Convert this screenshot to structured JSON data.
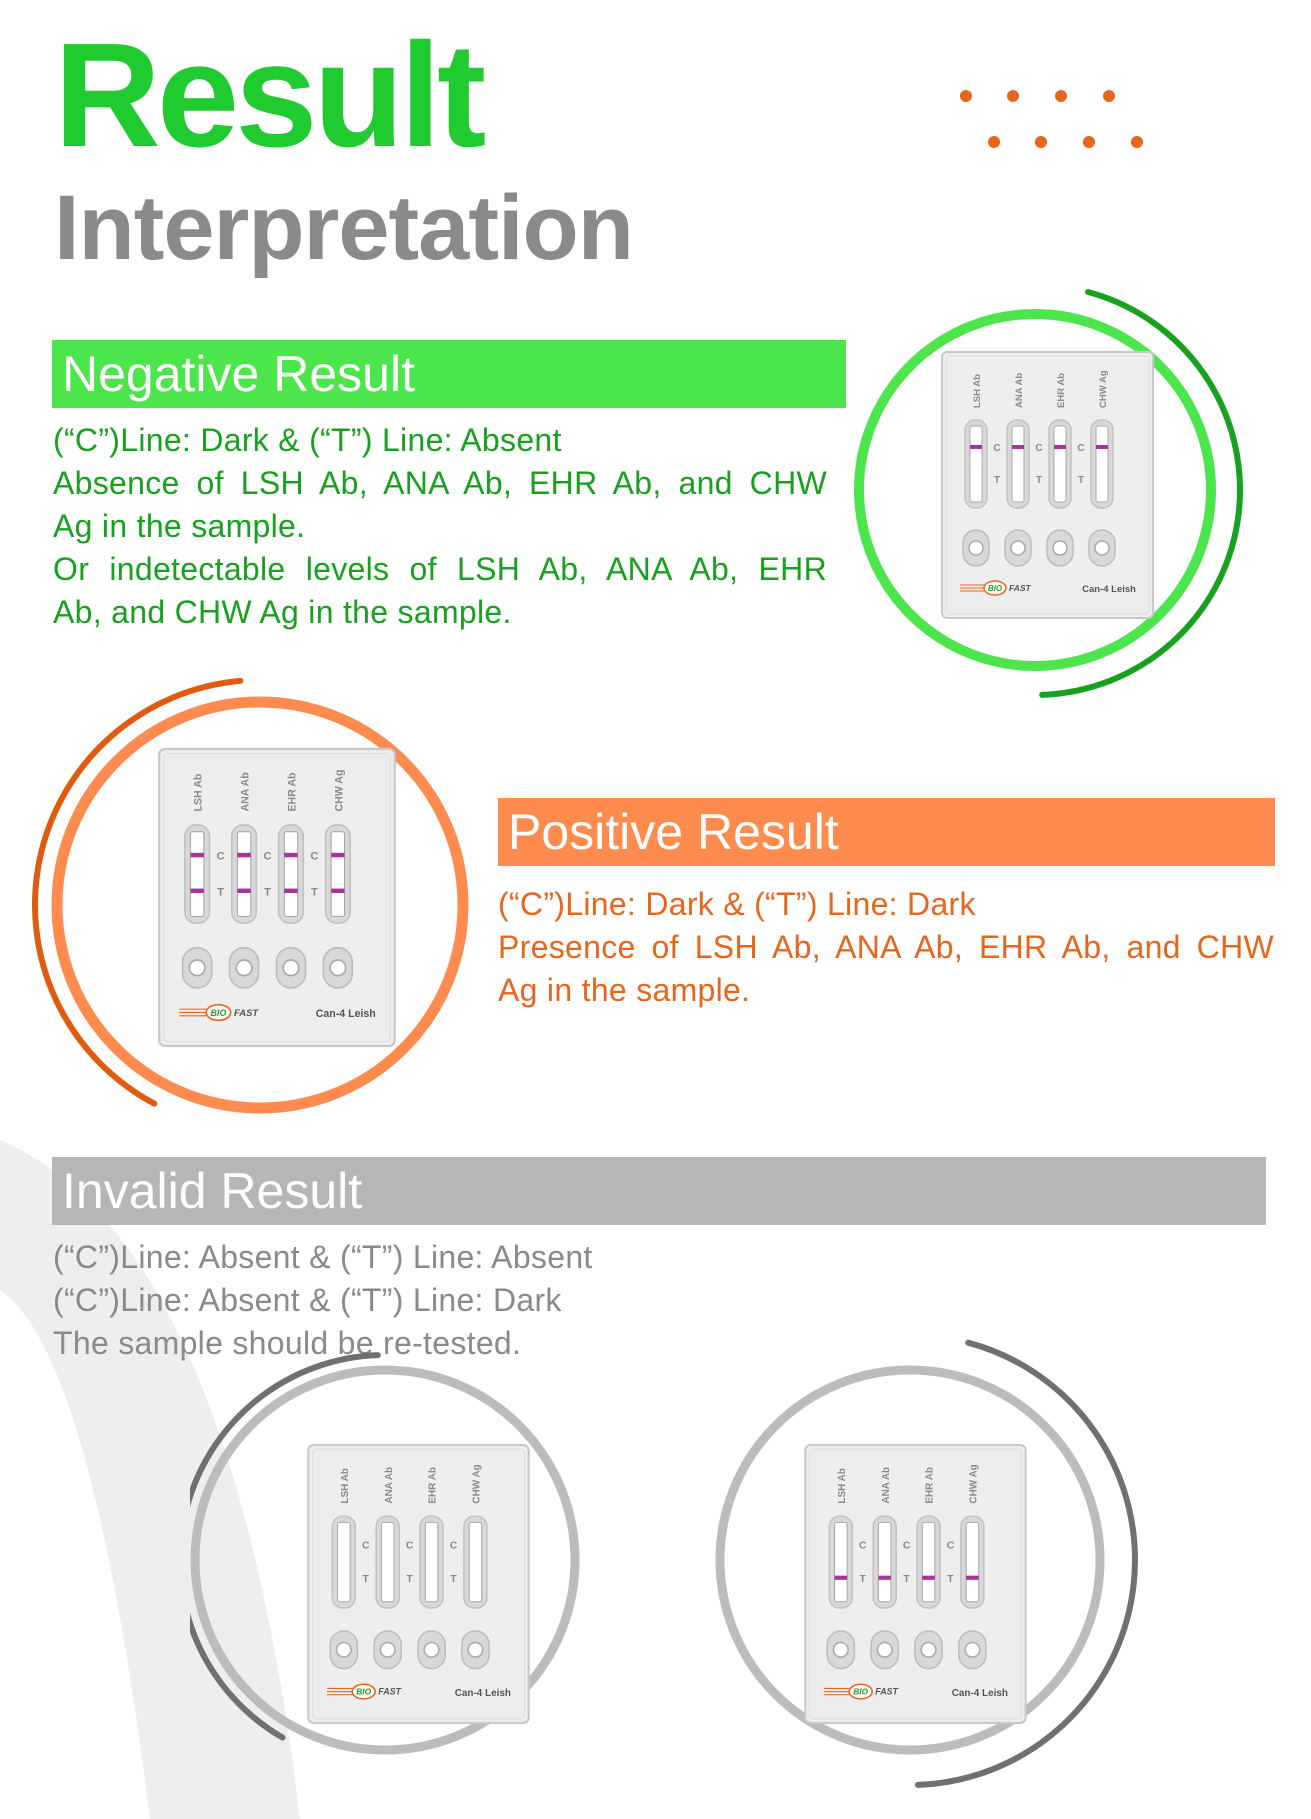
{
  "header": {
    "title": "Result",
    "subtitle": "Interpretation"
  },
  "colors": {
    "title_green": "#1fcb2f",
    "negative_banner": "#4ce64c",
    "negative_text": "#17a11f",
    "negative_arc": "#17a11f",
    "positive_banner": "#ff8c4e",
    "positive_text": "#e8651c",
    "positive_arc": "#e05a10",
    "invalid_banner": "#b6b6b6",
    "invalid_text": "#8a8a8a",
    "invalid_arc": "#707070",
    "band": "#a8339a",
    "dots": "#e8651c"
  },
  "sections": {
    "negative": {
      "heading": "Negative Result",
      "lines": [
        "(“C”)Line: Dark & (“T”) Line: Absent",
        "Absence of LSH Ab, ANA Ab, EHR Ab, and CHW",
        "Ag in the sample.",
        "Or indetectable levels of LSH Ab, ANA Ab, EHR",
        "Ab, and CHW Ag in the sample."
      ]
    },
    "positive": {
      "heading": "Positive Result",
      "lines": [
        "(“C”)Line: Dark & (“T”) Line: Dark",
        "Presence of LSH Ab, ANA Ab, EHR Ab, and CHW",
        "Ag in the sample."
      ]
    },
    "invalid": {
      "heading": "Invalid Result",
      "lines": [
        "(“C”)Line: Absent & (“T”) Line: Absent",
        "(“C”)Line: Absent & (“T”) Line: Dark",
        "The sample should be re-tested."
      ]
    }
  },
  "cassette": {
    "channels": [
      "LSH Ab",
      "ANA Ab",
      "EHR Ab",
      "CHW Ag"
    ],
    "control_label": "C",
    "test_label": "T",
    "brand_left": "BIO",
    "brand_right": "FAST",
    "product": "Can-4 Leish"
  },
  "cassette_states": {
    "negative": {
      "control_band": true,
      "test_band": false
    },
    "positive": {
      "control_band": true,
      "test_band": true
    },
    "invalid_none": {
      "control_band": false,
      "test_band": false
    },
    "invalid_test_only": {
      "control_band": false,
      "test_band": true
    }
  }
}
